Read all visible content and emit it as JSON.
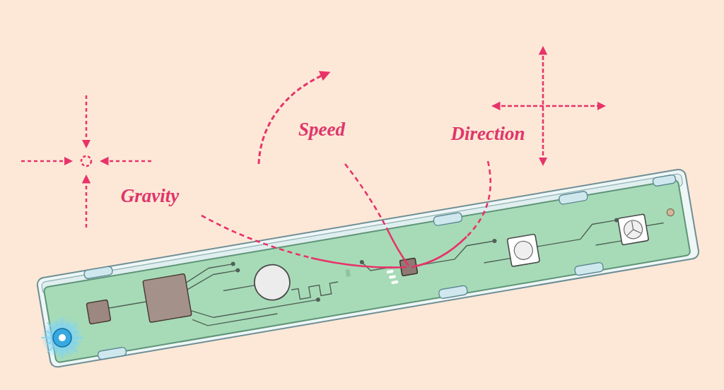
{
  "diagram": {
    "labels": [
      "Gravity",
      "Speed",
      "Direction"
    ]
  }
}
